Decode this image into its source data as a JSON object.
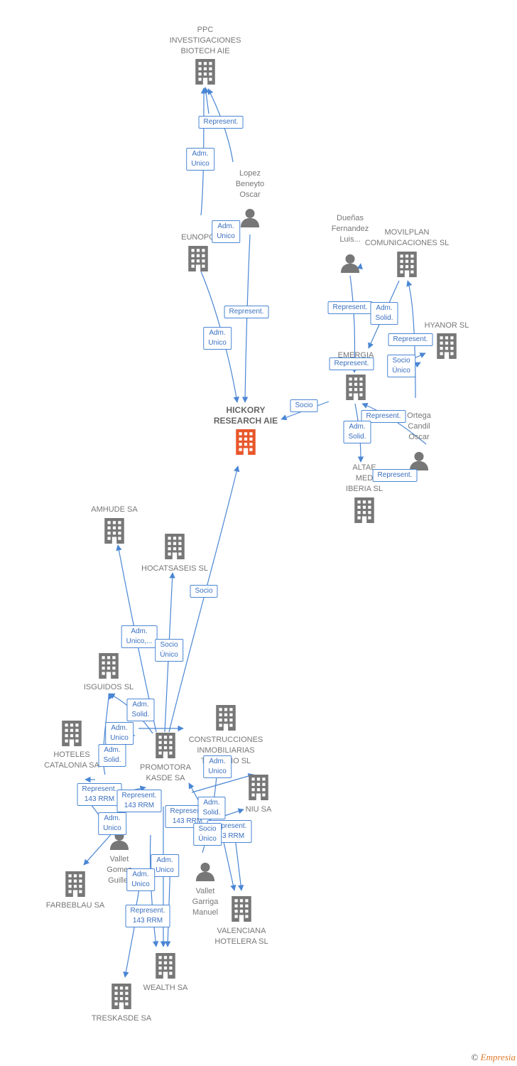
{
  "colors": {
    "edge": "#4a86d4",
    "company": "#777777",
    "company_main": "#e8572a",
    "person": "#777777"
  },
  "nodes": [
    {
      "id": "ppc",
      "label": "PPC\nINVESTIGACIONES\nBIOTECH  AIE",
      "type": "company"
    },
    {
      "id": "lopez",
      "label": "Lopez\nBeneyto\nOscar",
      "type": "person"
    },
    {
      "id": "eunopo",
      "label": "EUNOPO",
      "type": "company"
    },
    {
      "id": "hickory",
      "label": "HICKORY\nRESEARCH AIE",
      "type": "company-main"
    },
    {
      "id": "duenas",
      "label": "Dueñas\nFernandez\nLuis...",
      "type": "person"
    },
    {
      "id": "movilplan",
      "label": "MOVILPLAN\nCOMUNICACIONES SL",
      "type": "company"
    },
    {
      "id": "hyanor",
      "label": "HYANOR  SL",
      "type": "company"
    },
    {
      "id": "emergia",
      "label": "EMERGIA",
      "type": "company"
    },
    {
      "id": "ortega",
      "label": "Ortega\nCandil\nOscar",
      "type": "person"
    },
    {
      "id": "altae",
      "label": "ALTAE\nMED\nIBERIA SL",
      "type": "company"
    },
    {
      "id": "amhude",
      "label": "AMHUDE SA",
      "type": "company"
    },
    {
      "id": "hocatsaseis",
      "label": "HOCATSASEIS SL",
      "type": "company"
    },
    {
      "id": "isguidos",
      "label": "ISGUIDOS SL",
      "type": "company"
    },
    {
      "id": "hoteles",
      "label": "HOTELES\nCATALONIA SA",
      "type": "company"
    },
    {
      "id": "promotora",
      "label": "PROMOTORA\nKASDE SA",
      "type": "company"
    },
    {
      "id": "construcciones",
      "label": "CONSTRUCCIONES\nINMOBILIARIAS\nTERRENO SL",
      "type": "company"
    },
    {
      "id": "niu",
      "label": "NIU SA",
      "type": "company"
    },
    {
      "id": "valletgomez",
      "label": "Vallet\nGomez\nGuiller",
      "type": "person"
    },
    {
      "id": "valletgarriga",
      "label": "Vallet\nGarriga\nManuel",
      "type": "person"
    },
    {
      "id": "farbeblau",
      "label": "FARBEBLAU SA",
      "type": "company"
    },
    {
      "id": "valenciana",
      "label": "VALENCIANA\nHOTELERA SL",
      "type": "company"
    },
    {
      "id": "wealth",
      "label": "WEALTH SA",
      "type": "company"
    },
    {
      "id": "treskasde",
      "label": "TRESKASDE SA",
      "type": "company"
    }
  ],
  "edges": [
    {
      "id": "e1",
      "label": "Represent."
    },
    {
      "id": "e2",
      "label": "Adm.\nUnico"
    },
    {
      "id": "e3",
      "label": "Adm.\nUnico"
    },
    {
      "id": "e4",
      "label": "Represent."
    },
    {
      "id": "e5",
      "label": "Adm.\nUnico"
    },
    {
      "id": "e6",
      "label": "Socio"
    },
    {
      "id": "e7",
      "label": "Represent."
    },
    {
      "id": "e8",
      "label": "Adm.\nSolid."
    },
    {
      "id": "e9",
      "label": "Represent."
    },
    {
      "id": "e10",
      "label": "Represent."
    },
    {
      "id": "e11",
      "label": "Socio\nÚnico"
    },
    {
      "id": "e12",
      "label": "Represent."
    },
    {
      "id": "e13",
      "label": "Adm.\nSolid."
    },
    {
      "id": "e14",
      "label": "Represent."
    },
    {
      "id": "e15",
      "label": "Socio"
    },
    {
      "id": "e16",
      "label": "Adm.\nUnico,..."
    },
    {
      "id": "e17",
      "label": "Socio\nÚnico"
    },
    {
      "id": "e18",
      "label": "Adm.\nSolid."
    },
    {
      "id": "e19",
      "label": "Adm.\nUnico"
    },
    {
      "id": "e20",
      "label": "Adm.\nSolid."
    },
    {
      "id": "e21",
      "label": "Represent.\n143 RRM"
    },
    {
      "id": "e22",
      "label": "Represent.\n143 RRM"
    },
    {
      "id": "e23",
      "label": "Adm.\nUnico"
    },
    {
      "id": "e24",
      "label": "Represent.\n143 RRM"
    },
    {
      "id": "e25",
      "label": "Adm.\nUnico"
    },
    {
      "id": "e26",
      "label": "Adm.\nSolid."
    },
    {
      "id": "e27",
      "label": "Represent.\n143 RRM"
    },
    {
      "id": "e28",
      "label": "Socio\nÚnico"
    },
    {
      "id": "e29",
      "label": "Adm.\nUnico"
    },
    {
      "id": "e30",
      "label": "Adm.\nUnico"
    },
    {
      "id": "e31",
      "label": "Represent.\n143 RRM"
    }
  ],
  "footer": {
    "copyright": "©",
    "brand": "Empresia"
  }
}
